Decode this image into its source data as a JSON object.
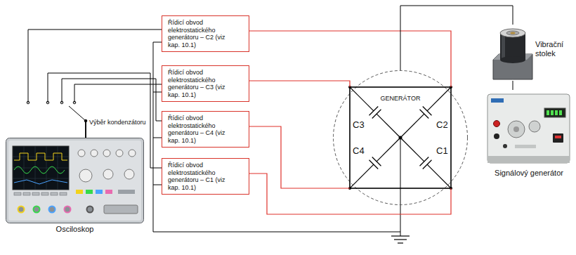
{
  "diagram": {
    "nodes": [
      {
        "text": [
          "Řídicí obvod elektrostatického generátoru – C2 (viz kap. 10.1)"
        ]
      },
      {
        "text": [
          "Řídicí obvod elektrostatického generátoru – C3 (viz kap. 10.1)"
        ]
      },
      {
        "text": [
          "Řídicí obvod elektrostatického generátoru – C4 (viz kap. 10.1)"
        ]
      },
      {
        "text": [
          "Řídicí obvod elektrostatického generátoru – C1 (viz kap. 10.1)"
        ]
      },
      {
        "text": [
          "GENERÁTOR"
        ]
      },
      {
        "text": [
          "Vibrační stolek"
        ]
      },
      {
        "text": [
          "Signálový generátor"
        ]
      },
      {
        "text": [
          "Osciloskop"
        ]
      }
    ],
    "edges": [
      {
        "from": 7,
        "to": 0,
        "arrow": "none"
      },
      {
        "from": 7,
        "to": 1,
        "arrow": "none"
      },
      {
        "from": 7,
        "to": 2,
        "arrow": "none"
      },
      {
        "from": 7,
        "to": 3,
        "arrow": "none"
      },
      {
        "from": 0,
        "to": 4,
        "arrow": "none"
      },
      {
        "from": 1,
        "to": 4,
        "arrow": "none"
      },
      {
        "from": 2,
        "to": 4,
        "arrow": "none"
      },
      {
        "from": 3,
        "to": 4,
        "arrow": "none"
      },
      {
        "from": 4,
        "to": 5,
        "arrow": "none"
      },
      {
        "from": 5,
        "to": 6,
        "arrow": "none"
      }
    ],
    "labels": [
      "Výběr kondenzátoru",
      "C3",
      "C2",
      "C4",
      "C1"
    ]
  }
}
